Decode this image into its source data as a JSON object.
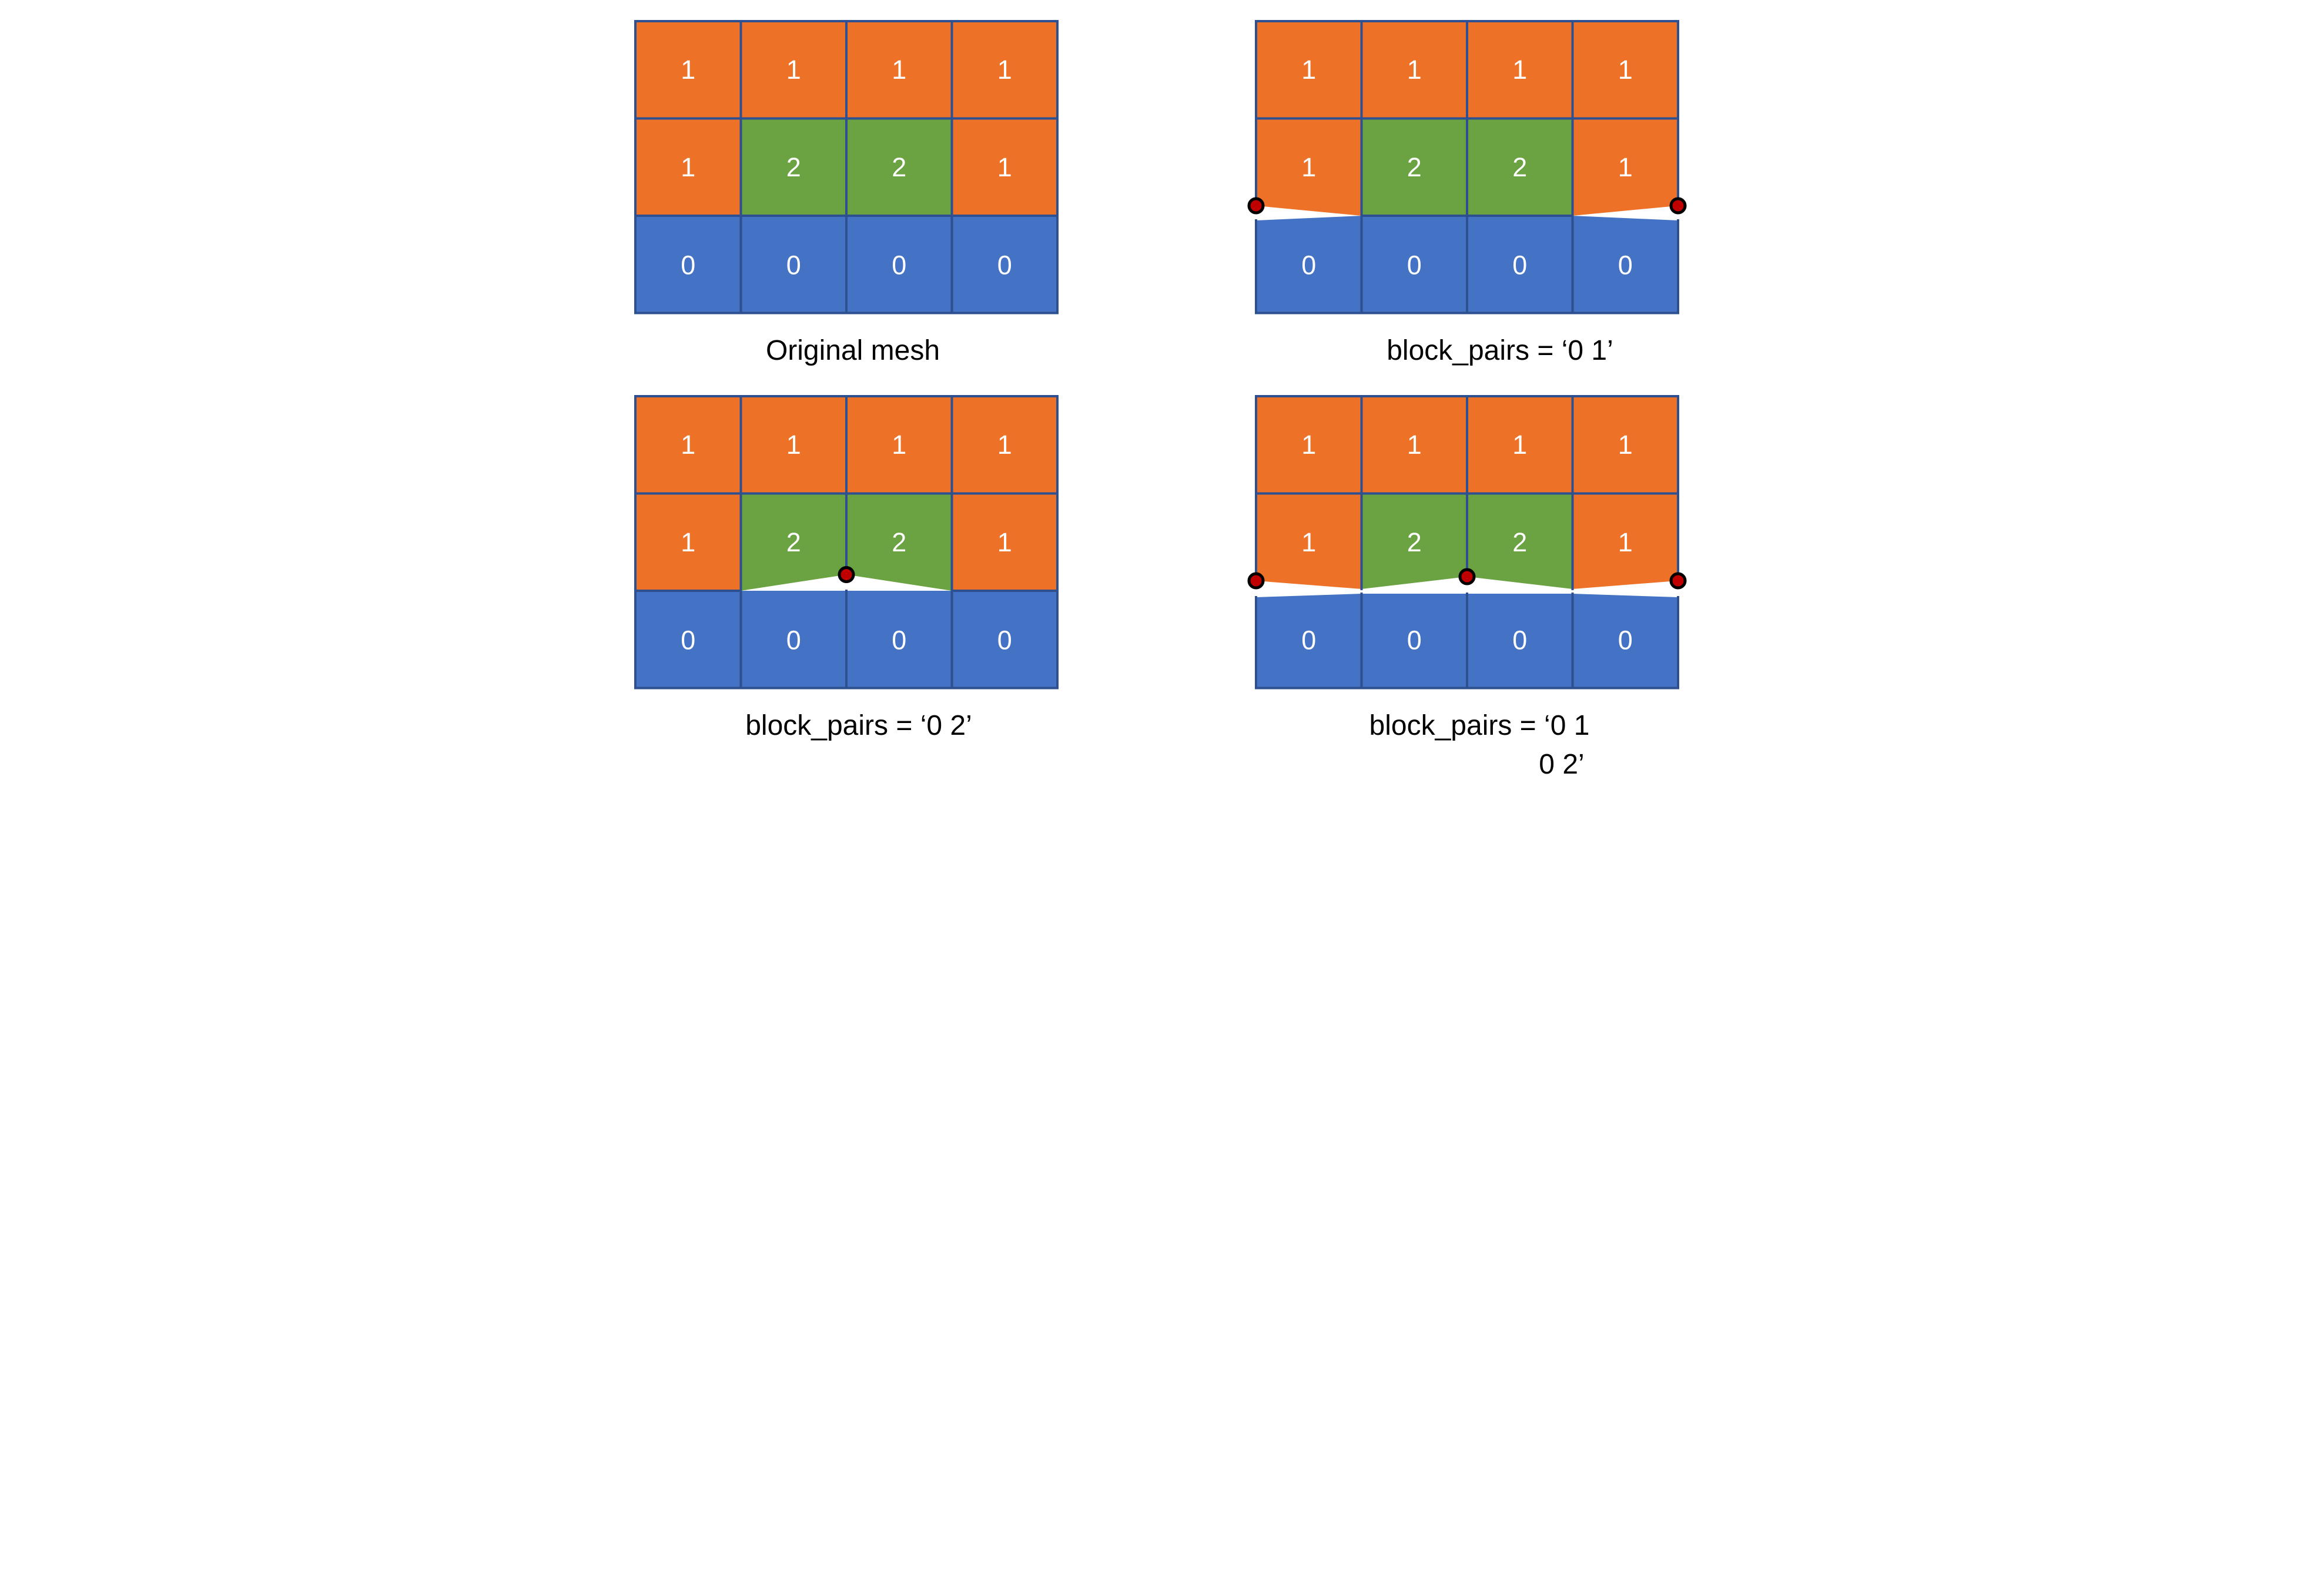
{
  "figure": {
    "background": "#FFFFFF",
    "colors": {
      "block_0": "#4472C4",
      "block_1": "#ED7228",
      "block_2": "#6BA342",
      "mesh_border": "#2E5090",
      "split_dot_fill": "#C00000",
      "split_dot_outline": "#000000",
      "cell_label": "#FFFFFF",
      "caption": "#000000"
    },
    "panels": [
      {
        "name": "original-mesh",
        "captions": [
          "Original mesh"
        ],
        "split": "none",
        "dots": [],
        "grid": [
          [
            "1",
            "1",
            "1",
            "1"
          ],
          [
            "1",
            "2",
            "2",
            "1"
          ],
          [
            "0",
            "0",
            "0",
            "0"
          ]
        ]
      },
      {
        "name": "block-pairs-0-1",
        "captions": [
          "block_pairs = ‘0 1’"
        ],
        "split": "0-1",
        "dots": [
          "outer-left",
          "outer-right"
        ],
        "grid": [
          [
            "1",
            "1",
            "1",
            "1"
          ],
          [
            "1",
            "2",
            "2",
            "1"
          ],
          [
            "0",
            "0",
            "0",
            "0"
          ]
        ]
      },
      {
        "name": "block-pairs-0-2",
        "captions": [
          "block_pairs = ‘0 2’"
        ],
        "split": "0-2",
        "dots": [
          "center"
        ],
        "grid": [
          [
            "1",
            "1",
            "1",
            "1"
          ],
          [
            "1",
            "2",
            "2",
            "1"
          ],
          [
            "0",
            "0",
            "0",
            "0"
          ]
        ]
      },
      {
        "name": "block-pairs-0-1-and-0-2",
        "captions": [
          "block_pairs = ‘0 1",
          "0 2’"
        ],
        "split": "0-1,0-2",
        "dots": [
          "outer-left",
          "center",
          "outer-right"
        ],
        "grid": [
          [
            "1",
            "1",
            "1",
            "1"
          ],
          [
            "1",
            "2",
            "2",
            "1"
          ],
          [
            "0",
            "0",
            "0",
            "0"
          ]
        ]
      }
    ]
  }
}
